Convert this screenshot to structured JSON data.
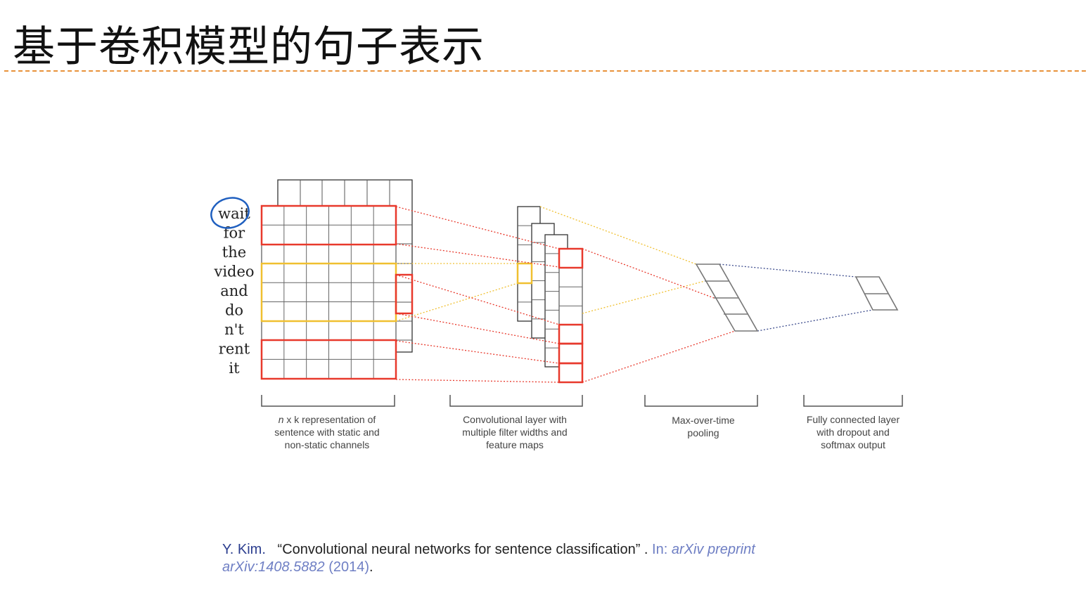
{
  "slide": {
    "title": "基于卷积模型的句子表示"
  },
  "diagram": {
    "words": [
      "wait",
      "for",
      "the",
      "video",
      "and",
      "do",
      "n't",
      "rent",
      "it"
    ],
    "captions": {
      "input_line1_italic": "n",
      "input_line1_rest": " x k representation of",
      "input_line2": "sentence with static and",
      "input_line3": "non-static channels",
      "conv": [
        "Convolutional layer with",
        "multiple filter widths and",
        "feature maps"
      ],
      "pool": [
        "Max-over-time",
        "pooling"
      ],
      "fc": [
        "Fully connected layer",
        "with dropout and",
        "softmax output"
      ]
    },
    "colors": {
      "red": "#e8392c",
      "yellow": "#f0c030",
      "navy": "#3b4a8c",
      "grid": "#555555",
      "annotation": "#1f5fbf"
    }
  },
  "citation": {
    "author": "Y. Kim.",
    "title": "“Convolutional neural networks for sentence classification”",
    "sep": ".",
    "in_label": "In:",
    "venue": "arXiv preprint arXiv:1408.5882",
    "year": "(2014)",
    "end": "."
  }
}
